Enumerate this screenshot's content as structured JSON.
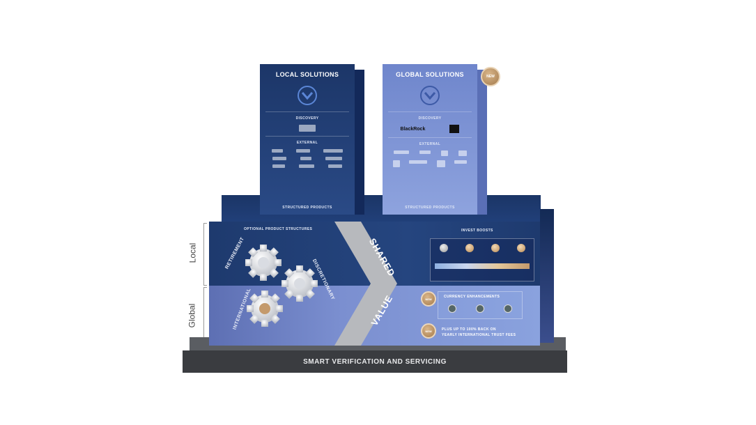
{
  "towers": {
    "local": {
      "title": "LOCAL SOLUTIONS",
      "section1": "DISCOVERY",
      "section2": "EXTERNAL",
      "footer": "STRUCTURED PRODUCTS"
    },
    "global": {
      "title": "GLOBAL SOLUTIONS",
      "section1": "DISCOVERY",
      "section2": "EXTERNAL",
      "footer": "STRUCTURED PRODUCTS",
      "partner": "BlackRock",
      "badge": "NEW"
    }
  },
  "bands": {
    "local_caption": "OPTIONAL PRODUCT STRUCTURES",
    "invest_title": "INVEST BOOSTS",
    "currency_title": "CURRENCY ENHANCEMENTS",
    "plus_text_1": "PLUS UP TO 100% BACK ON",
    "plus_text_2": "YEARLY INTERNATIONAL TRUST FEES",
    "badge_new": "NEW",
    "gear_words": [
      "RETIREMENT",
      "DISCRETIONARY",
      "INTERNATIONAL"
    ],
    "chevron_top": "SHARED",
    "chevron_bottom": "VALUE"
  },
  "side_labels": {
    "local": "Local",
    "global": "Global"
  },
  "base": {
    "label": "SMART VERIFICATION AND SERVICING"
  },
  "colors": {
    "navy": "#1e3a6e",
    "periwinkle": "#7b8fd0",
    "gold": "#c49a6c",
    "base": "#3a3c40"
  }
}
